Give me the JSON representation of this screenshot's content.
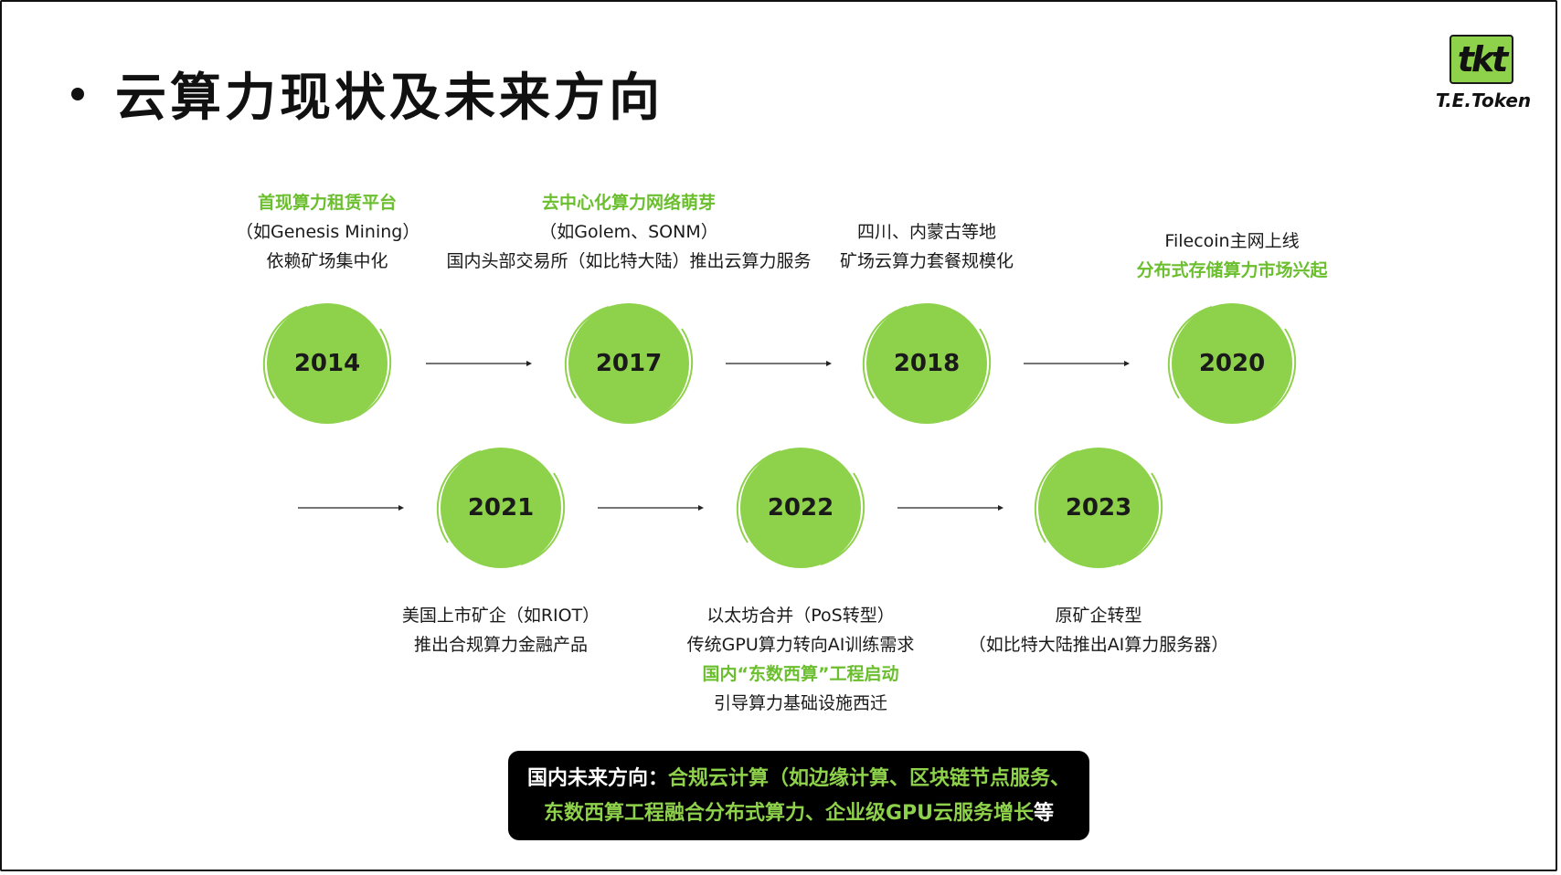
{
  "title": "云算力现状及未来方向",
  "logo": {
    "mark": "tkt",
    "name": "T.E.Token"
  },
  "colors": {
    "accent": "#8ed14a",
    "highlight": "#6bbf2e",
    "banner_bg": "#000000"
  },
  "timeline": [
    {
      "year": "2014",
      "lines": [
        {
          "text": "首现算力租赁平台",
          "highlight": true
        },
        {
          "text": "（如Genesis Mining）",
          "highlight": false
        },
        {
          "text": "依赖矿场集中化",
          "highlight": false
        }
      ]
    },
    {
      "year": "2017",
      "lines": [
        {
          "text": "去中心化算力网络萌芽",
          "highlight": true
        },
        {
          "text": "（如Golem、SONM）",
          "highlight": false
        },
        {
          "text": "国内头部交易所（如比特大陆）推出云算力服务",
          "highlight": false
        }
      ]
    },
    {
      "year": "2018",
      "lines": [
        {
          "text": "四川、内蒙古等地",
          "highlight": false
        },
        {
          "text": "矿场云算力套餐规模化",
          "highlight": false
        }
      ]
    },
    {
      "year": "2020",
      "lines": [
        {
          "text": "Filecoin主网上线",
          "highlight": false
        },
        {
          "text": "分布式存储算力市场兴起",
          "highlight": true
        }
      ]
    },
    {
      "year": "2021",
      "lines": [
        {
          "text": "美国上市矿企（如RIOT）",
          "highlight": false
        },
        {
          "text": "推出合规算力金融产品",
          "highlight": false
        }
      ]
    },
    {
      "year": "2022",
      "lines": [
        {
          "text": "以太坊合并（PoS转型）",
          "highlight": false
        },
        {
          "text": "传统GPU算力转向AI训练需求",
          "highlight": false
        },
        {
          "text": "国内“东数西算”工程启动",
          "highlight": true
        },
        {
          "text": "引导算力基础设施西迁",
          "highlight": false
        }
      ]
    },
    {
      "year": "2023",
      "lines": [
        {
          "text": "原矿企转型",
          "highlight": false
        },
        {
          "text": "（如比特大陆推出AI算力服务器）",
          "highlight": false
        }
      ]
    }
  ],
  "banner": {
    "prefix": "国内未来方向：",
    "line1_rest": "合规云计算（如边缘计算、区块链节点服务、",
    "line2": "东数西算工程融合分布式算力、企业级GPU云服务增长",
    "line2_tail": "等"
  }
}
